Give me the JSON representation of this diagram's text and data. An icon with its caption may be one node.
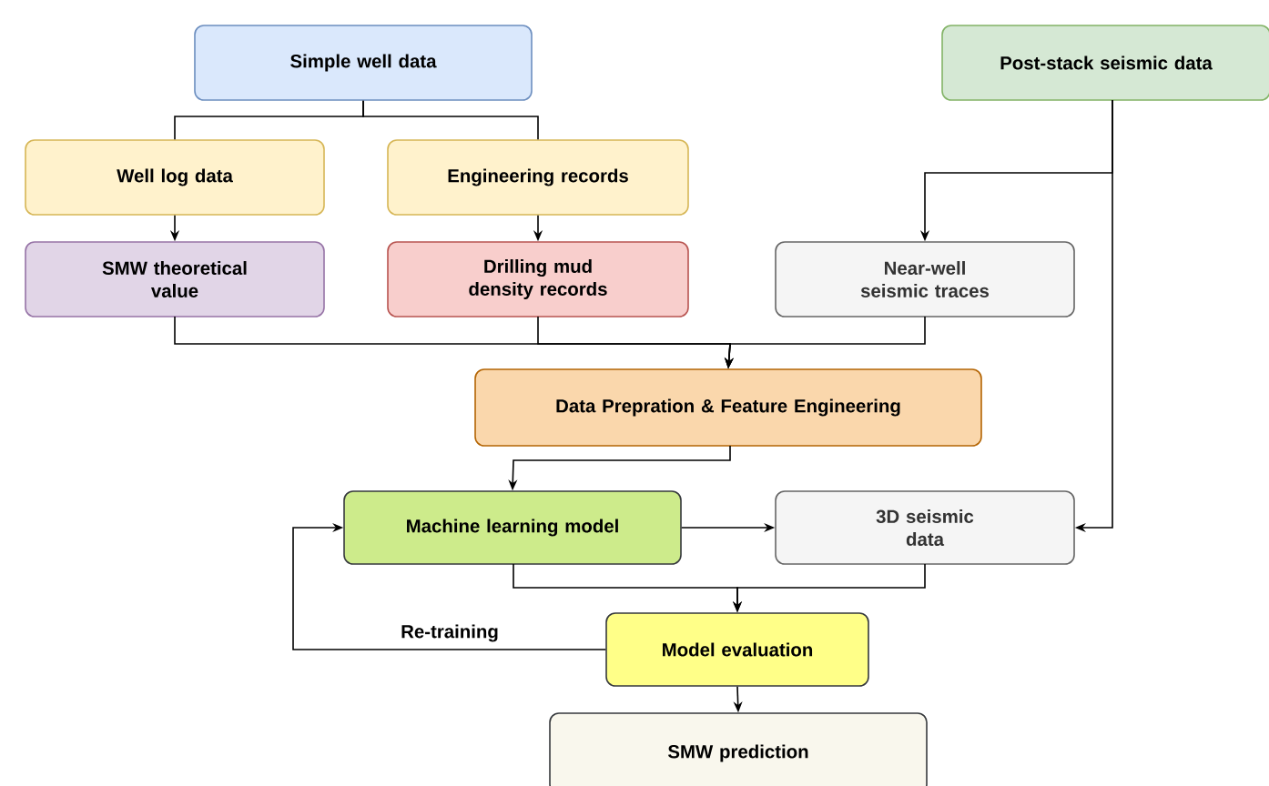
{
  "diagram": {
    "nodes": [
      {
        "text": [
          "Simple well data"
        ]
      },
      {
        "text": [
          "Post-stack seismic data"
        ]
      },
      {
        "text": [
          "Well log data"
        ]
      },
      {
        "text": [
          "Engineering records"
        ]
      },
      {
        "text": [
          "SMW theoretical value"
        ]
      },
      {
        "text": [
          "Drilling mud density records"
        ]
      },
      {
        "text": [
          "Near-well seismic traces"
        ]
      },
      {
        "text": [
          "Data Prepration & Feature Engineering"
        ]
      },
      {
        "text": [
          "Machine learning model"
        ]
      },
      {
        "text": [
          "3D seismic data"
        ]
      },
      {
        "text": [
          "Model evaluation"
        ]
      },
      {
        "text": [
          "SMW prediction"
        ]
      }
    ],
    "edges": [
      {
        "from": 0,
        "to": 2,
        "arrow": "none"
      },
      {
        "from": 0,
        "to": 3,
        "arrow": "none"
      },
      {
        "from": 2,
        "to": 4,
        "arrow": "to"
      },
      {
        "from": 3,
        "to": 5,
        "arrow": "to"
      },
      {
        "from": 1,
        "to": 6,
        "arrow": "to"
      },
      {
        "from": 1,
        "to": 9,
        "arrow": "to"
      },
      {
        "from": 4,
        "to": 7,
        "arrow": "to"
      },
      {
        "from": 5,
        "to": 7,
        "arrow": "to"
      },
      {
        "from": 6,
        "to": 7,
        "arrow": "to"
      },
      {
        "from": 7,
        "to": 8,
        "arrow": "to"
      },
      {
        "from": 8,
        "to": 9,
        "arrow": "to"
      },
      {
        "from": 8,
        "to": 10,
        "arrow": "to"
      },
      {
        "from": 9,
        "to": 10,
        "arrow": "to"
      },
      {
        "from": 10,
        "to": 8,
        "arrow": "to",
        "label": "Re-training"
      },
      {
        "from": 10,
        "to": 11,
        "arrow": "to"
      }
    ]
  }
}
